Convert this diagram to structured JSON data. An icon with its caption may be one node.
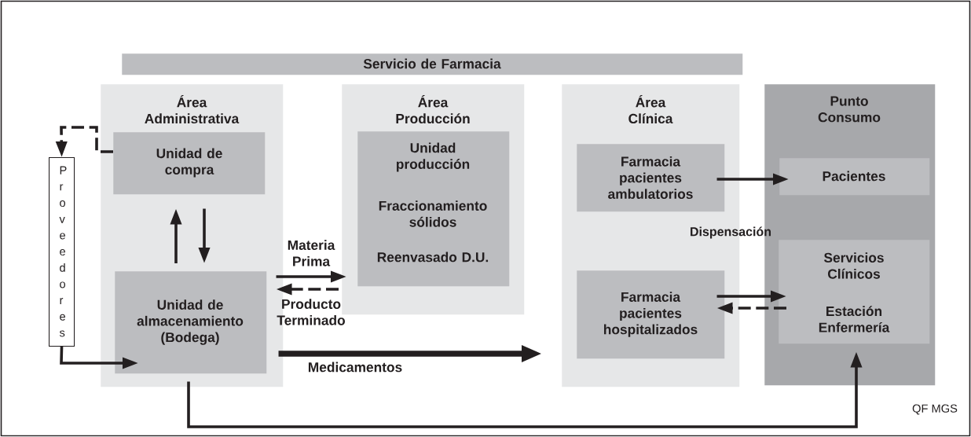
{
  "diagram": {
    "nodes": [
      {
        "text": [
          "Servicio de Farmacia"
        ]
      },
      {
        "text": [
          "Área Administrativa"
        ]
      },
      {
        "text": [
          "Unidad de compra"
        ],
        "in": 1
      },
      {
        "text": [
          "Unidad de almacenamiento (Bodega)"
        ],
        "in": 1
      },
      {
        "text": [
          "Área Producción"
        ]
      },
      {
        "text": [
          "Unidad producción",
          "Fraccionamiento sólidos",
          "Reenvasado D.U."
        ],
        "in": 4
      },
      {
        "text": [
          "Área Clínica"
        ]
      },
      {
        "text": [
          "Farmacia pacientes ambulatorios"
        ],
        "in": 6
      },
      {
        "text": [
          "Farmacia pacientes hospitalizados"
        ],
        "in": 6
      },
      {
        "text": [
          "Punto Consumo"
        ]
      },
      {
        "text": [
          "Pacientes"
        ],
        "in": 9
      },
      {
        "text": [
          "Servicios Clínicos",
          "Estación Enfermería"
        ],
        "in": 9
      },
      {
        "text": [
          "Proveedores"
        ]
      }
    ],
    "edges": [
      {
        "from": 2,
        "to": 12,
        "arrow": "to",
        "style": "dashed"
      },
      {
        "from": 12,
        "to": 3,
        "arrow": "to"
      },
      {
        "from": 3,
        "to": 2,
        "arrow": "to"
      },
      {
        "from": 2,
        "to": 3,
        "arrow": "to"
      },
      {
        "from": 3,
        "to": 5,
        "arrow": "to",
        "label": "Materia Prima"
      },
      {
        "from": 5,
        "to": 3,
        "arrow": "to",
        "style": "dashed",
        "label": "Producto Terminado"
      },
      {
        "from": 3,
        "to": 6,
        "arrow": "to",
        "style": "thick",
        "label": "Medicamentos"
      },
      {
        "from": 7,
        "to": 10,
        "arrow": "to"
      },
      {
        "from": 8,
        "to": 11,
        "arrow": "to"
      },
      {
        "from": 11,
        "to": 8,
        "arrow": "to",
        "style": "dashed"
      },
      {
        "from": 3,
        "to": 11,
        "arrow": "to"
      }
    ],
    "labels": [
      "Dispensación",
      "QF MGS"
    ]
  }
}
